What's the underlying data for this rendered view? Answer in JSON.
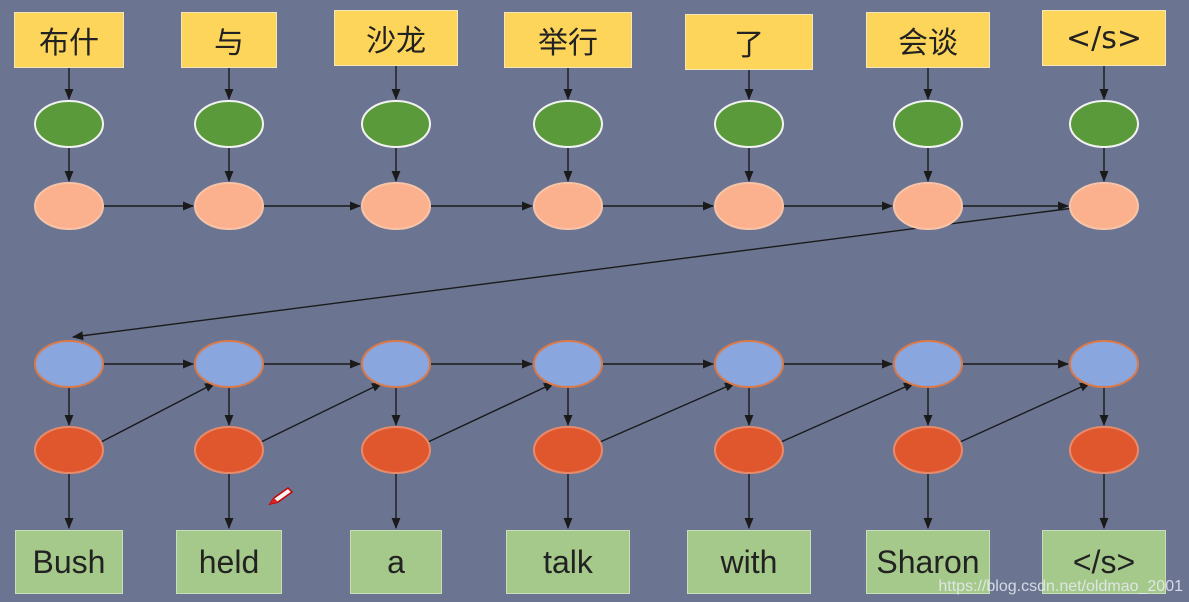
{
  "source_tokens": [
    "布什",
    "与",
    "沙龙",
    "举行",
    "了",
    "会谈",
    "</s>"
  ],
  "target_tokens": [
    "Bush",
    "held",
    "a",
    "talk",
    "with",
    "Sharon",
    "</s>"
  ],
  "watermark": "https://blog.csdn.net/oldmao_2001",
  "colors": {
    "background": "#6b7592",
    "source_box": "#fdd55a",
    "target_box": "#a5c98a",
    "embedding_node": "#5a9a3a",
    "encoder_node": "#fbb08e",
    "decoder_node": "#8aa6de",
    "output_node": "#e0572e",
    "arrow": "#1a1a1a"
  }
}
